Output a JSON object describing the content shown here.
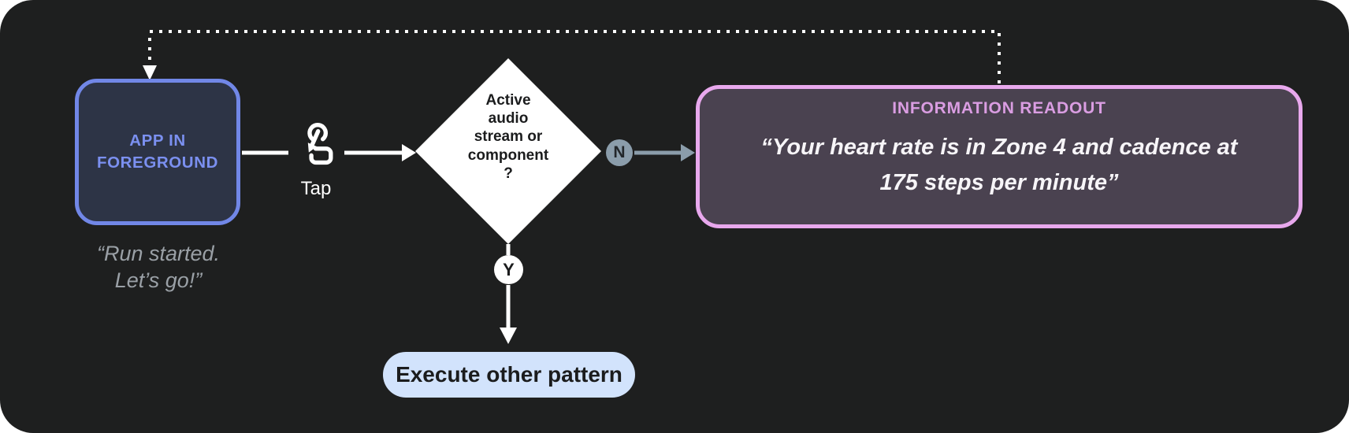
{
  "diagram_title": "tap gesture audio feedback flow",
  "nodes": {
    "app": {
      "label_line1": "APP IN",
      "label_line2": "FOREGROUND",
      "caption_line1": "“Run started.",
      "caption_line2": "Let’s go!”"
    },
    "tap": {
      "label": "Tap"
    },
    "decision": {
      "lines": [
        "Active",
        "audio",
        "stream or",
        "component",
        "?"
      ]
    },
    "no_branch": {
      "label": "N"
    },
    "yes_branch": {
      "label": "Y"
    },
    "readout": {
      "title": "INFORMATION READOUT",
      "quote_line1": "“Your heart rate is in Zone 4 and cadence at",
      "quote_line2": "175 steps per minute”"
    },
    "execute": {
      "label": "Execute other pattern"
    }
  },
  "colors": {
    "panel_background": "#1e1f1f",
    "page_background": "#ffffff",
    "app_box_fill": "#2d3446",
    "app_box_border": "#7187e7",
    "app_box_text": "#7b90f0",
    "caption_text": "#9aa0a6",
    "diamond_fill": "#ffffff",
    "diamond_text": "#1b1c1d",
    "no_badge_fill": "#8b9dab",
    "yes_badge_fill": "#ffffff",
    "readout_fill": "#4a4250",
    "readout_border": "#e8a8ed",
    "readout_title_text": "#da9de2",
    "readout_quote_text": "#f7f5f8",
    "execute_pill_fill": "#d2e3fc",
    "execute_pill_text": "#1b1c1d",
    "connector_white": "#ffffff",
    "connector_slate": "#8b9dab"
  }
}
